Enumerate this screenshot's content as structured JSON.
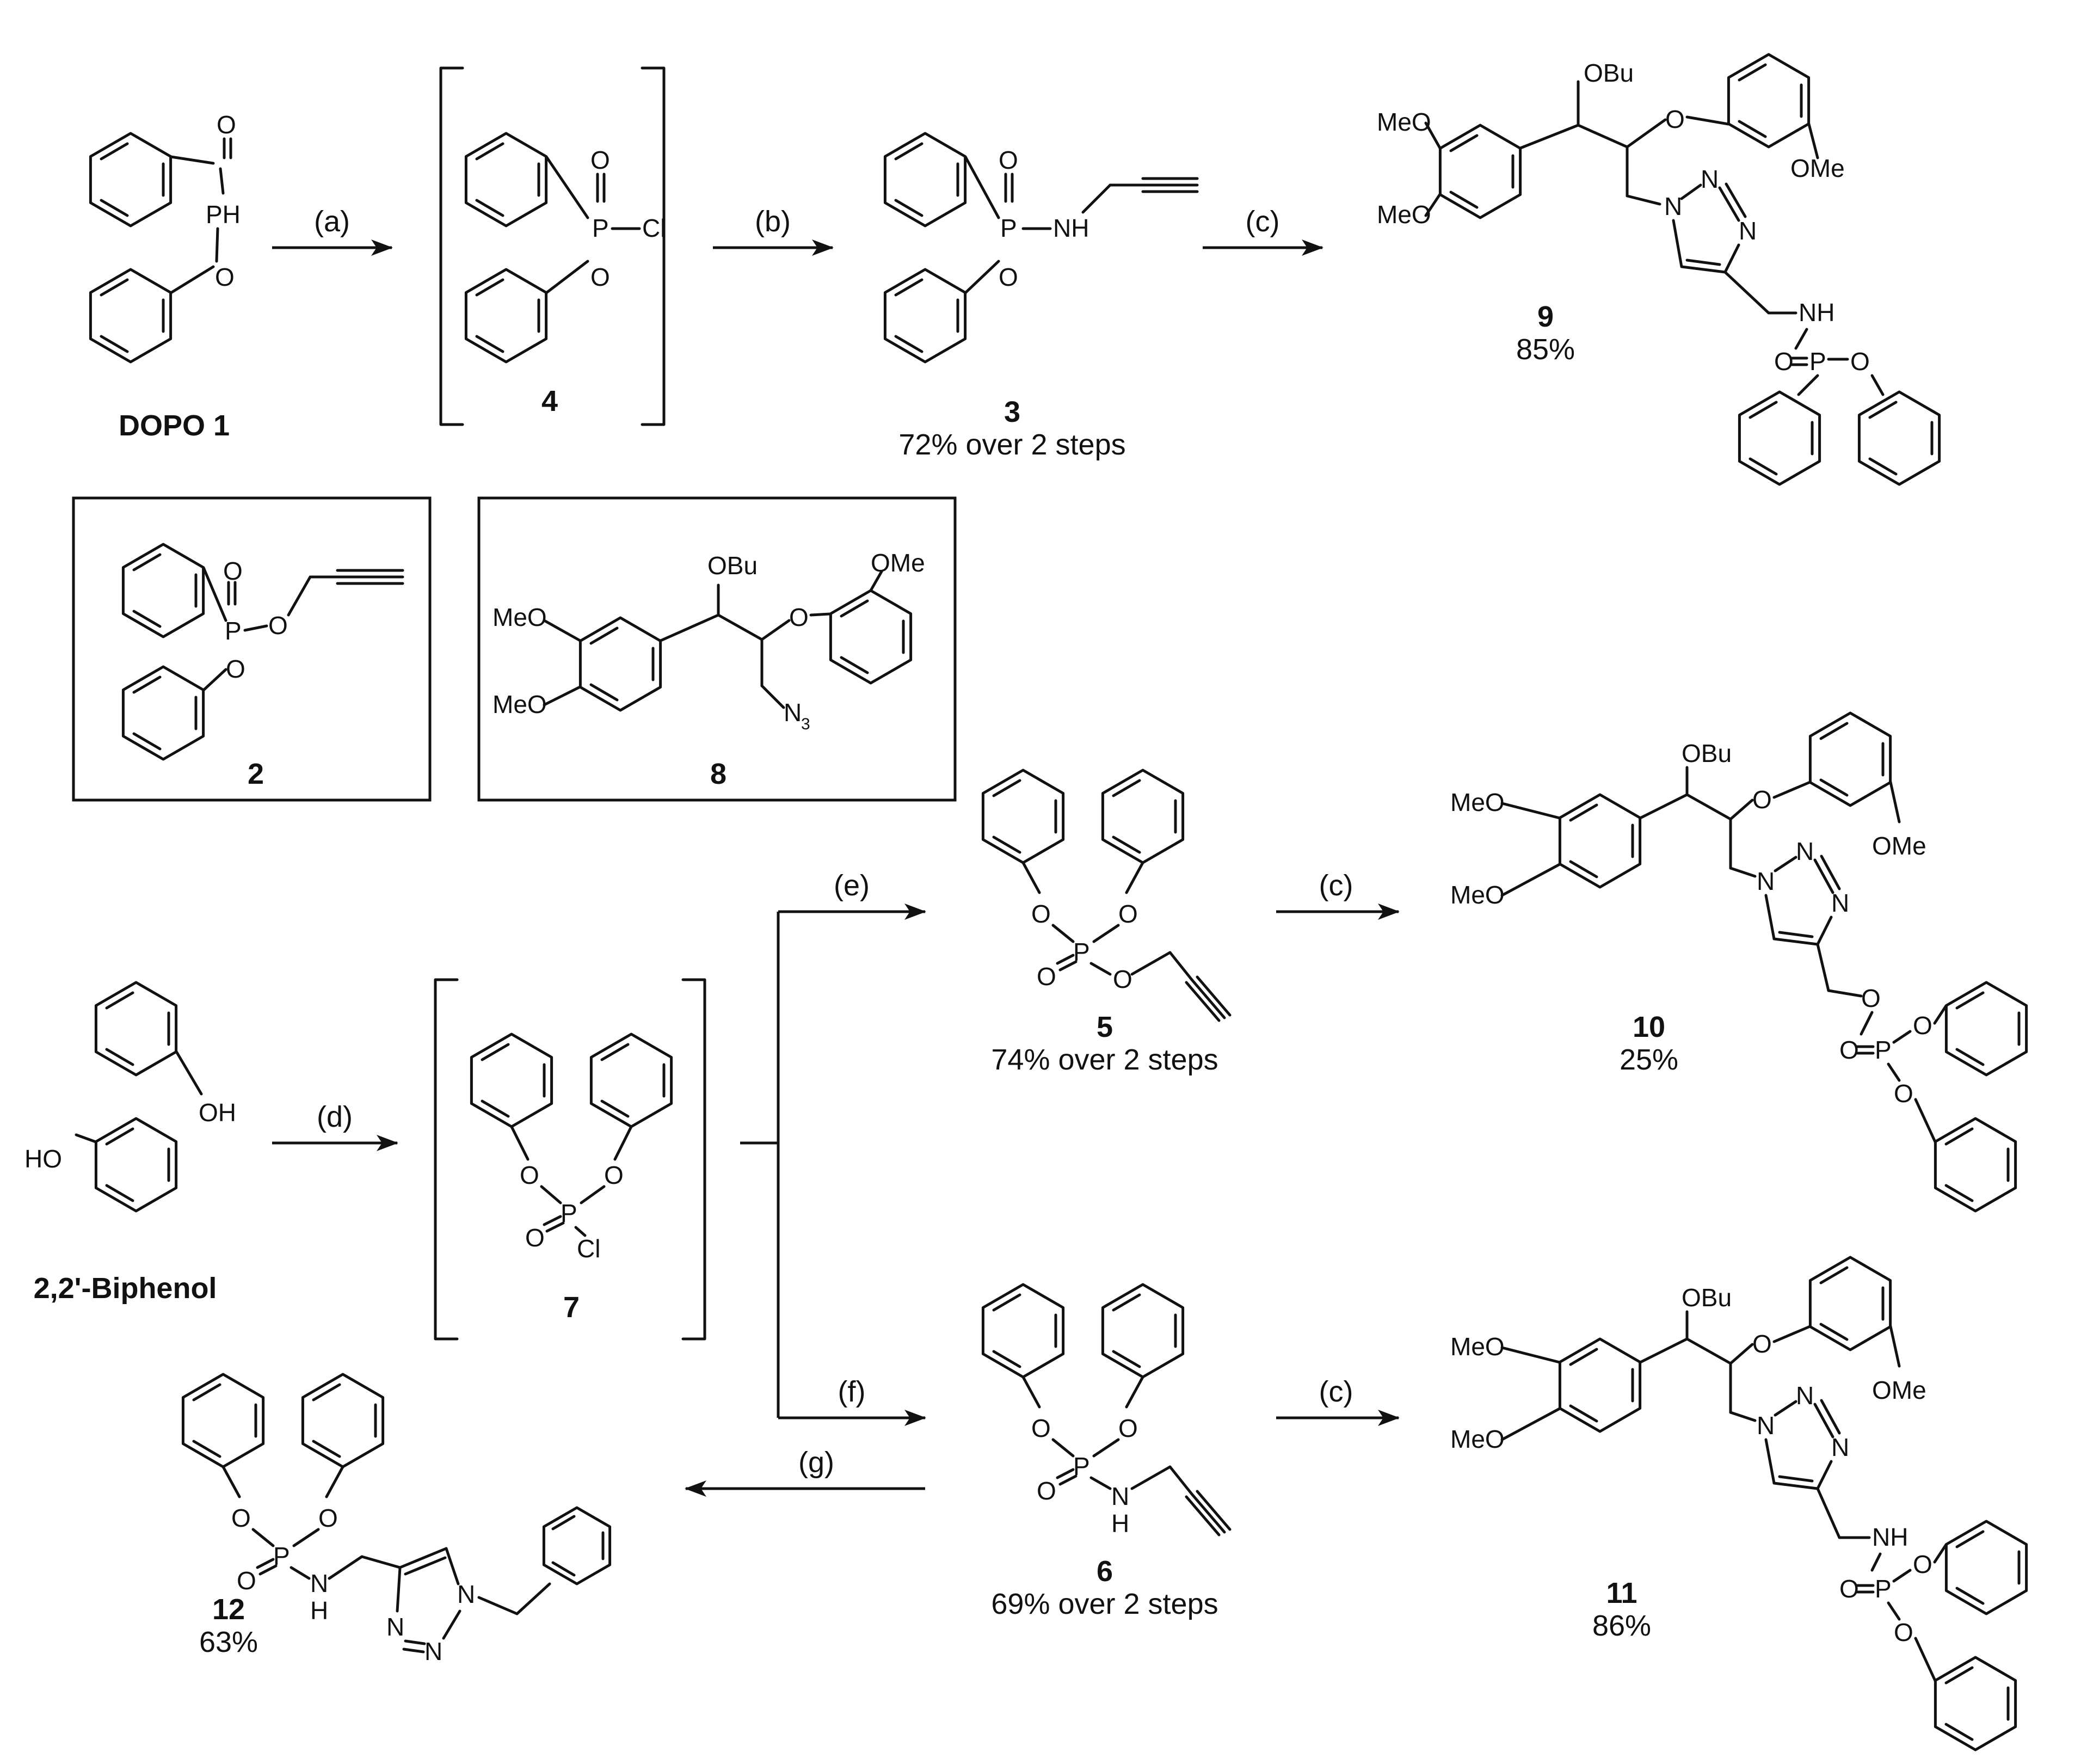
{
  "compounds": {
    "c1": {
      "label": "DOPO 1"
    },
    "c4": {
      "label": "4"
    },
    "c3": {
      "label": "3",
      "yield": "72% over 2 steps"
    },
    "c9": {
      "label": "9",
      "yield": "85%"
    },
    "c2": {
      "label": "2"
    },
    "c8": {
      "label": "8"
    },
    "c5": {
      "label": "5",
      "yield": "74% over 2 steps"
    },
    "c10": {
      "label": "10",
      "yield": "25%"
    },
    "cbp": {
      "label": "2,2'-Biphenol"
    },
    "c7": {
      "label": "7"
    },
    "c6": {
      "label": "6",
      "yield": "69% over 2 steps"
    },
    "c11": {
      "label": "11",
      "yield": "86%"
    },
    "c12": {
      "label": "12",
      "yield": "63%"
    }
  },
  "steps": {
    "a": "(a)",
    "b": "(b)",
    "c": "(c)",
    "d": "(d)",
    "e": "(e)",
    "f": "(f)",
    "g": "(g)"
  },
  "atoms": {
    "O": "O",
    "P": "P",
    "PH": "PH",
    "Cl": "Cl",
    "NH": "NH",
    "N": "N",
    "H": "H",
    "OH": "OH",
    "HO": "HO",
    "MeO": "MeO",
    "OMe": "OMe",
    "OBu": "OBu",
    "N3": "N",
    "three": "3"
  }
}
